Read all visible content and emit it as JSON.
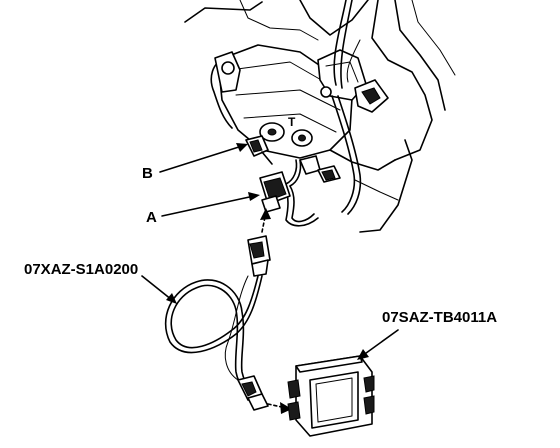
{
  "labels": {
    "a": "A",
    "b": "B",
    "cable_part": "07XAZ-S1A0200",
    "box_part": "07SAZ-TB4011A"
  }
}
